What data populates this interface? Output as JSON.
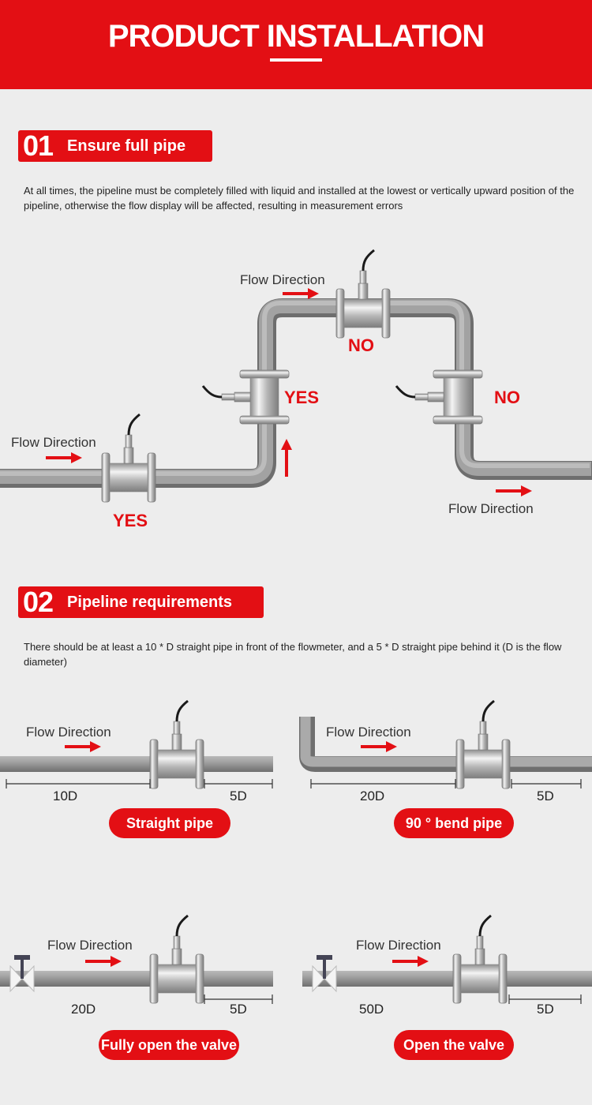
{
  "header": {
    "title": "PRODUCT INSTALLATION"
  },
  "section1": {
    "number": "01",
    "title": "Ensure full pipe",
    "description": "At all times, the pipeline must be completely filled with liquid and installed at the lowest or vertically upward position of the pipeline, otherwise the flow display will be affected, resulting in measurement errors",
    "diagram": {
      "flow_direction_left": "Flow Direction",
      "flow_direction_top": "Flow Direction",
      "flow_direction_right": "Flow Direction",
      "yes_bottom": "YES",
      "yes_vertical": "YES",
      "no_top": "NO",
      "no_down": "NO"
    }
  },
  "section2": {
    "number": "02",
    "title": "Pipeline requirements",
    "description": "There should be at least a 10 * D straight pipe in front of the flowmeter, and a 5 * D straight pipe behind it (D is the flow diameter)",
    "cases": [
      {
        "flow": "Flow Direction",
        "front": "10D",
        "back": "5D",
        "label": "Straight pipe"
      },
      {
        "flow": "Flow Direction",
        "front": "20D",
        "back": "5D",
        "label": "90 ° bend pipe"
      },
      {
        "flow": "Flow Direction",
        "front": "20D",
        "back": "5D",
        "label": "Fully open the valve"
      },
      {
        "flow": "Flow Direction",
        "front": "50D",
        "back": "5D",
        "label": "Open the valve"
      }
    ]
  },
  "colors": {
    "accent": "#e30f14",
    "pipe": "#8e8e8e",
    "background": "#ededed"
  }
}
